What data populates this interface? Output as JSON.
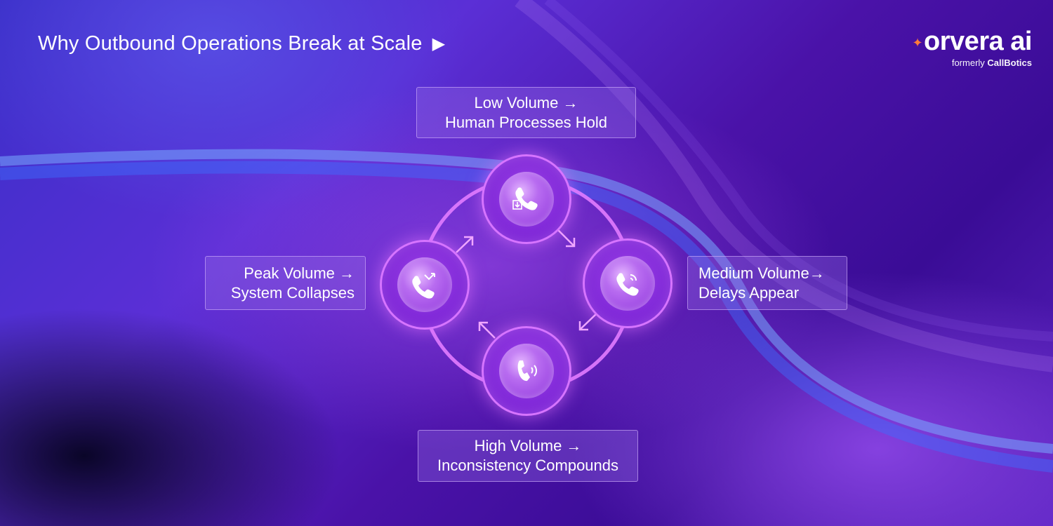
{
  "header": {
    "title": "Why Outbound Operations Break at Scale",
    "play_icon": "play-icon"
  },
  "logo": {
    "wordmark": "orvera ai",
    "formerly": "formerly",
    "former_name": "CallBotics",
    "spark_color": "#ff7a3a"
  },
  "cycle": {
    "stages": [
      {
        "id": "low",
        "line1": "Low Volume →",
        "line2": "Human Processes Hold",
        "icon": "phone-incoming-icon"
      },
      {
        "id": "medium",
        "line1": "Medium Volume→",
        "line2": "Delays Appear",
        "icon": "phone-ringing-icon"
      },
      {
        "id": "high",
        "line1": "High Volume →",
        "line2": "Inconsistency Compounds",
        "icon": "phone-sound-icon"
      },
      {
        "id": "peak",
        "line1": "Peak Volume →",
        "line2": "System Collapses",
        "icon": "phone-missed-icon"
      }
    ]
  },
  "colors": {
    "ring": "#e27cff",
    "node_border": "#d774ff",
    "accent": "#ff7a3a"
  }
}
